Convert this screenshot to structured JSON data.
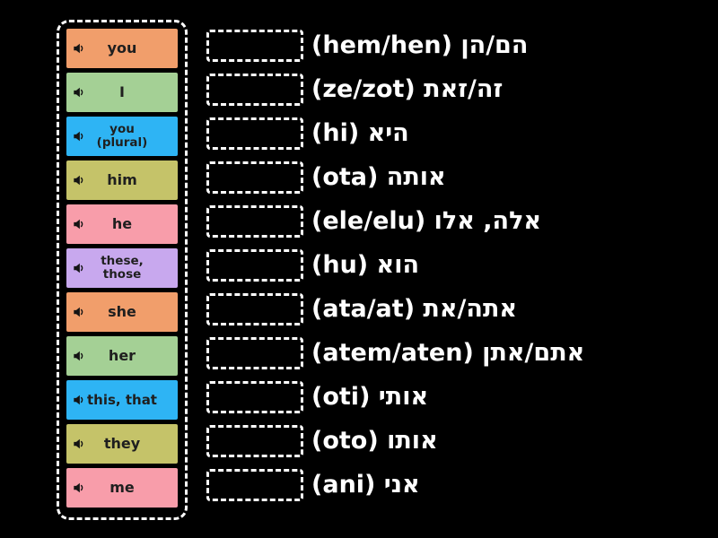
{
  "page": {
    "background": "#000000",
    "dash_color": "#ffffff",
    "tile_text_color": "#1f1f1f",
    "answer_text_color": "#ffffff"
  },
  "word_bank": {
    "tile_icon": "speaker-icon",
    "tiles": [
      {
        "label": "you",
        "color": "#f19e6b"
      },
      {
        "label": "I",
        "color": "#a4d095"
      },
      {
        "label": "you\n(plural)",
        "color": "#2eb4f4"
      },
      {
        "label": "him",
        "color": "#c5c369"
      },
      {
        "label": "he",
        "color": "#f89daa"
      },
      {
        "label": "these,\nthose",
        "color": "#c8a8ee"
      },
      {
        "label": "she",
        "color": "#f19e6b"
      },
      {
        "label": "her",
        "color": "#a4d095"
      },
      {
        "label": "this, that",
        "color": "#2eb4f4"
      },
      {
        "label": "they",
        "color": "#c5c369"
      },
      {
        "label": "me",
        "color": "#f89daa"
      }
    ]
  },
  "matches": {
    "rows": [
      {
        "text": "הם/הן (hem/hen)"
      },
      {
        "text": "זה/זאת (ze/zot)"
      },
      {
        "text": "היא (hi)"
      },
      {
        "text": "אותה (ota)"
      },
      {
        "text": "אלה, אלו (ele/elu)"
      },
      {
        "text": "הוא (hu)"
      },
      {
        "text": "אתה/את (ata/at)"
      },
      {
        "text": "אתם/אתן (atem/aten)"
      },
      {
        "text": "אותי (oti)"
      },
      {
        "text": "אותו (oto)"
      },
      {
        "text": "אני (ani)"
      }
    ]
  }
}
